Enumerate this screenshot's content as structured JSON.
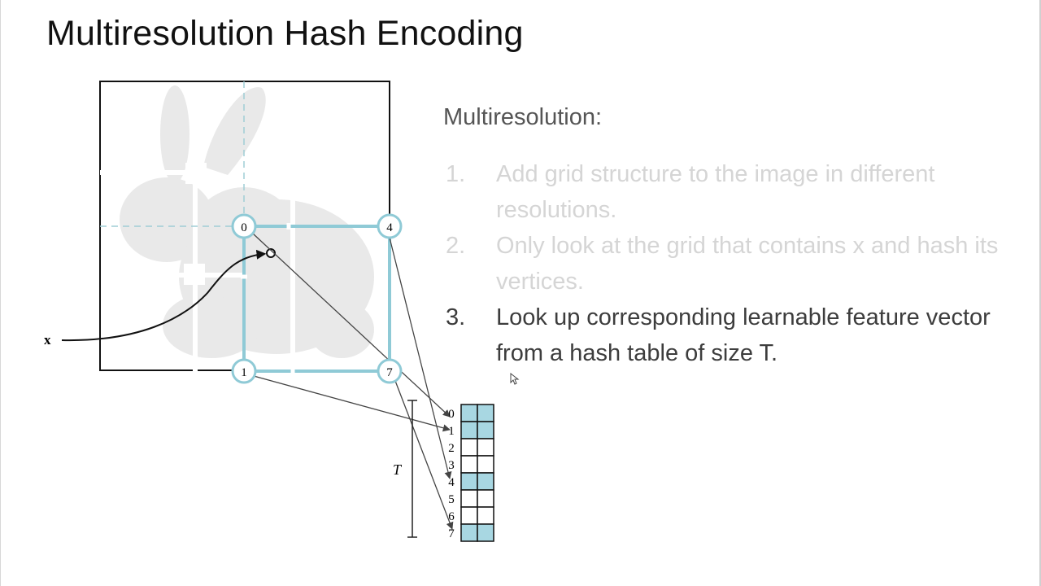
{
  "title": "Multiresolution Hash Encoding",
  "colors": {
    "grid_accent": "#8fcad6",
    "cell_fill": "#a8d7e2",
    "faded_text": "#d5d5d5",
    "active_text": "#3d3d3d"
  },
  "diagram": {
    "input_label": "x",
    "vertices": [
      {
        "label": "0",
        "table_index": 0
      },
      {
        "label": "4",
        "table_index": 4
      },
      {
        "label": "1",
        "table_index": 1
      },
      {
        "label": "7",
        "table_index": 7
      }
    ],
    "table": {
      "size_label": "T",
      "indices": [
        "0",
        "1",
        "2",
        "3",
        "4",
        "5",
        "6",
        "7"
      ],
      "highlighted_rows": [
        0,
        1,
        4,
        7
      ]
    }
  },
  "panel": {
    "heading": "Multiresolution:",
    "steps": [
      {
        "number": "1.",
        "text": "Add grid structure to the image in different resolutions.",
        "active": false
      },
      {
        "number": "2.",
        "text": "Only look at the grid that contains x and hash its vertices.",
        "active": false
      },
      {
        "number": "3.",
        "text": "Look up corresponding learnable feature vector from a hash table of size T.",
        "active": true
      }
    ]
  }
}
